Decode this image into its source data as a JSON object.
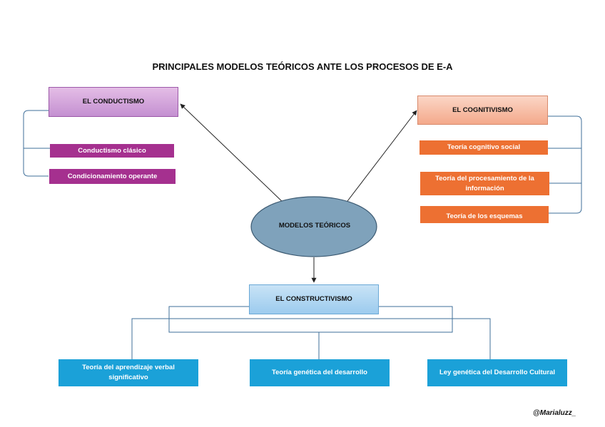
{
  "title": "PRINCIPALES MODELOS TEÓRICOS ANTE LOS PROCESOS DE E-A",
  "center": {
    "label": "MODELOS TEÓRICOS"
  },
  "conductismo": {
    "title": "EL CONDUCTISMO",
    "items": [
      "Conductismo clásico",
      "Condicionamiento operante"
    ]
  },
  "cognitivismo": {
    "title": "EL COGNITIVISMO",
    "items": [
      "Teoría cognitivo social",
      "Teoría del procesamiento de la información",
      "Teoría de los esquemas"
    ]
  },
  "constructivismo": {
    "title": "EL CONSTRUCTIVISMO",
    "items": [
      "Teoría del aprendizaje verbal significativo",
      "Teoría genética del desarrollo",
      "Ley genética del Desarrollo Cultural"
    ]
  },
  "watermark": "@Marialuzz_",
  "colors": {
    "conductismo": "#a5308f",
    "cognitivismo": "#ed7032",
    "constructivismo": "#1ba1d8",
    "ellipse_fill": "#7fa2bb",
    "ellipse_stroke": "#3c5a72",
    "connector": "#3f6f9a"
  }
}
